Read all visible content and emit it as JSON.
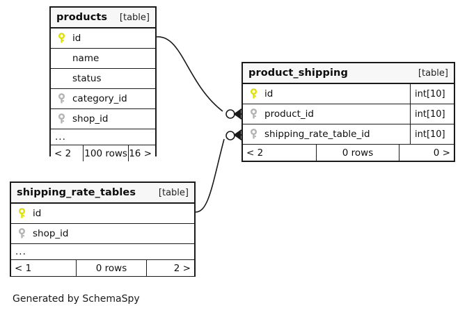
{
  "diagram": {
    "kind_label": "[table]",
    "caption": "Generated by SchemaSpy",
    "background": "#ffffff",
    "line_color": "#1a1a1a",
    "pk_key_color": "#e8e800",
    "fk_key_color": "#b0b0b0",
    "header_bg": "#f7f7f7"
  },
  "tables": {
    "products": {
      "name": "products",
      "kind": "[table]",
      "columns": [
        {
          "name": "id",
          "key": "primary",
          "type": ""
        },
        {
          "name": "name",
          "key": "none",
          "type": ""
        },
        {
          "name": "status",
          "key": "none",
          "type": ""
        },
        {
          "name": "category_id",
          "key": "foreign",
          "type": ""
        },
        {
          "name": "shop_id",
          "key": "foreign",
          "type": ""
        }
      ],
      "ellipsis": "...",
      "footer": {
        "left": "< 2",
        "middle": "100 rows",
        "right": "16 >"
      }
    },
    "product_shipping": {
      "name": "product_shipping",
      "kind": "[table]",
      "columns": [
        {
          "name": "id",
          "key": "primary",
          "type": "int[10]"
        },
        {
          "name": "product_id",
          "key": "foreign",
          "type": "int[10]"
        },
        {
          "name": "shipping_rate_table_id",
          "key": "foreign",
          "type": "int[10]"
        }
      ],
      "footer": {
        "left": "< 2",
        "middle": "0 rows",
        "right": "0 >"
      }
    },
    "shipping_rate_tables": {
      "name": "shipping_rate_tables",
      "kind": "[table]",
      "columns": [
        {
          "name": "id",
          "key": "primary",
          "type": ""
        },
        {
          "name": "shop_id",
          "key": "foreign",
          "type": ""
        }
      ],
      "ellipsis": "...",
      "footer": {
        "left": "< 1",
        "middle": "0 rows",
        "right": "2 >"
      }
    }
  },
  "relationships": [
    {
      "from_table": "products",
      "from_column": "id",
      "to_table": "product_shipping",
      "to_column": "product_id",
      "from_cardinality": "one",
      "to_cardinality": "zero-or-many"
    },
    {
      "from_table": "shipping_rate_tables",
      "from_column": "id",
      "to_table": "product_shipping",
      "to_column": "shipping_rate_table_id",
      "from_cardinality": "one",
      "to_cardinality": "zero-or-many"
    }
  ]
}
